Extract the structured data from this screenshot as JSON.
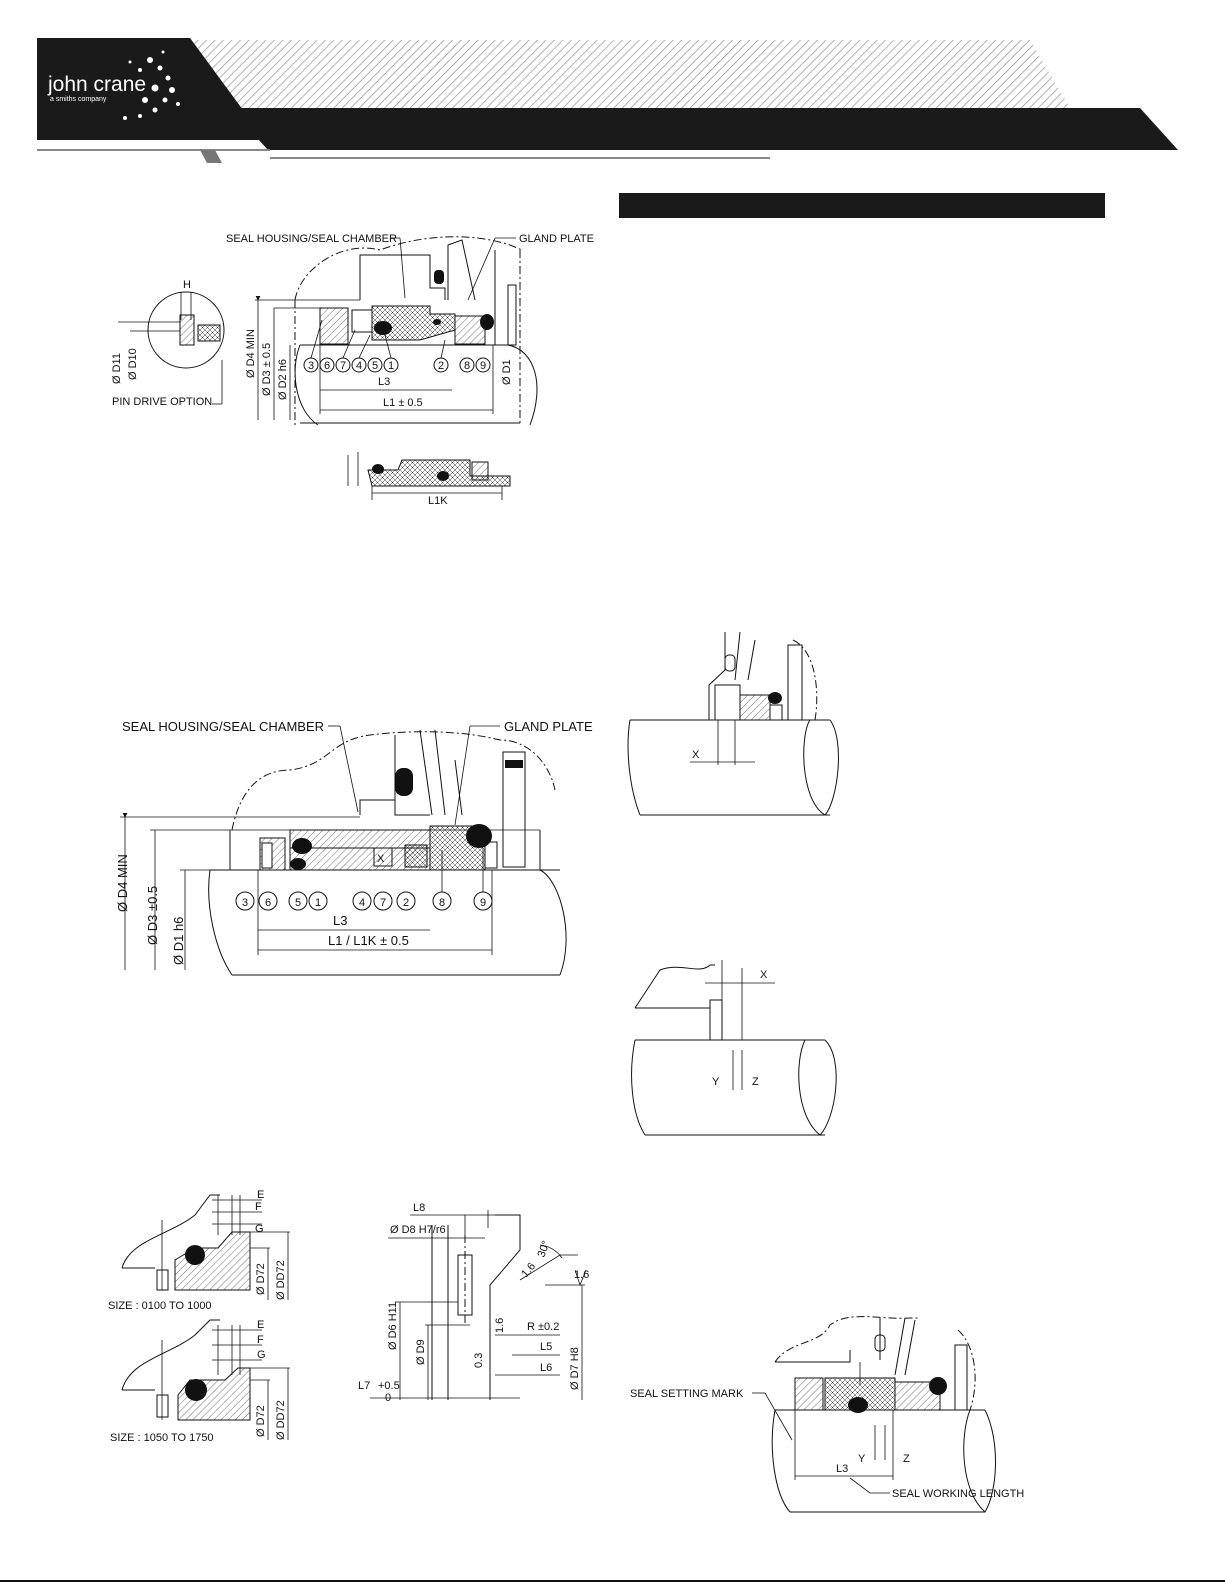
{
  "header": {
    "logo_text": "john crane",
    "logo_sub": "a smiths company"
  },
  "diagram1": {
    "labels": {
      "seal_housing": "SEAL HOUSING/SEAL CHAMBER",
      "gland_plate": "GLAND PLATE",
      "pin_drive": "PIN DRIVE OPTION",
      "h": "H",
      "d11": "Ø D11",
      "d10": "Ø D10",
      "d4": "Ø D4 MIN",
      "d3": "Ø D3 ± 0.5",
      "d2": "Ø D2 h6",
      "d1": "Ø D1",
      "l3": "L3",
      "l1": "L1    ± 0.5",
      "l1k": "L1K"
    },
    "parts": [
      "3",
      "6",
      "7",
      "4",
      "5",
      "1",
      "2",
      "8",
      "9"
    ]
  },
  "diagram2": {
    "labels": {
      "seal_housing": "SEAL HOUSING/SEAL CHAMBER",
      "gland_plate": "GLAND PLATE",
      "d4": "Ø D4 MIN",
      "d3": "Ø D3   ±0.5",
      "d1": "Ø D1 h6",
      "l3": "L3",
      "l1": "L1 / L1K   ± 0.5"
    },
    "parts": [
      "3",
      "6",
      "5",
      "1",
      "4",
      "7",
      "2",
      "8",
      "9"
    ]
  },
  "diagram3": {
    "labels": {
      "x": "X"
    }
  },
  "diagram4": {
    "labels": {
      "x": "X",
      "y": "Y",
      "z": "Z"
    }
  },
  "diagram5": {
    "labels": {
      "e": "E",
      "f": "F",
      "g": "G",
      "d72": "Ø D72",
      "dd72": "Ø DD72",
      "size1": "SIZE : 0100 TO 1000",
      "size2": "SIZE : 1050 TO 1750"
    }
  },
  "diagram6": {
    "labels": {
      "l8": "L8",
      "d8": "Ø D8   H7/r6",
      "d6": "Ø D6   H11",
      "d9": "Ø D9",
      "v03": "0.3",
      "v16a": "1.6",
      "v16b": "1.6",
      "v16c": "1.6",
      "ang": "30°",
      "r": "R   ±0.2",
      "l5": "L5",
      "l6": "L6",
      "l7": "L7",
      "l7tol": "+0.5",
      "l7tol2": "0",
      "d7": "Ø D7   H8"
    }
  },
  "diagram7": {
    "labels": {
      "setting_mark": "SEAL SETTING MARK",
      "working_length": "SEAL WORKING LENGTH",
      "y": "Y",
      "z": "Z",
      "l3": "L3"
    }
  }
}
